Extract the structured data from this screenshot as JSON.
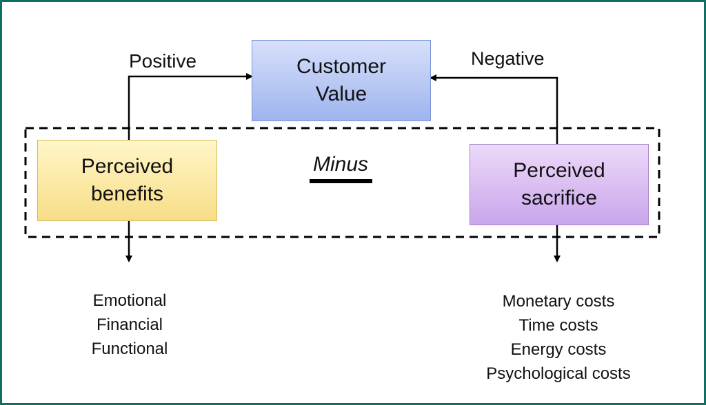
{
  "diagram": {
    "top_box": [
      "Customer",
      "Value"
    ],
    "left_box": [
      "Perceived",
      "benefits"
    ],
    "right_box": [
      "Perceived",
      "sacrifice"
    ],
    "positive_label": "Positive",
    "negative_label": "Negative",
    "minus_label": "Minus",
    "benefit_items": [
      "Emotional",
      "Financial",
      "Functional"
    ],
    "sacrifice_items": [
      "Monetary costs",
      "Time costs",
      "Energy costs",
      "Psychological costs"
    ],
    "colors": {
      "frame": "#0f6e61",
      "top_box": "#b9c8f5",
      "left_box": "#fbe8a8",
      "right_box": "#dcc2f3"
    }
  }
}
